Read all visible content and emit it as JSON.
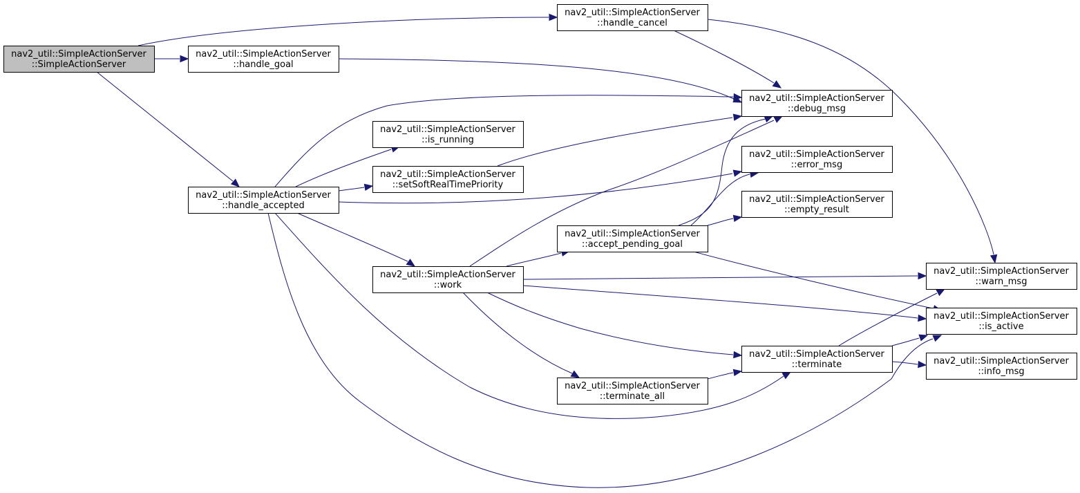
{
  "graph": {
    "colors": {
      "edge": "#191970",
      "root_fill": "#bfbfbf",
      "node_fill": "#ffffff",
      "border": "#000000"
    },
    "nodes": [
      {
        "id": "ctor",
        "line1": "nav2_util::SimpleActionServer",
        "line2": "::SimpleActionServer",
        "root": true
      },
      {
        "id": "handle_cancel",
        "line1": "nav2_util::SimpleActionServer",
        "line2": "::handle_cancel"
      },
      {
        "id": "handle_goal",
        "line1": "nav2_util::SimpleActionServer",
        "line2": "::handle_goal"
      },
      {
        "id": "handle_accepted",
        "line1": "nav2_util::SimpleActionServer",
        "line2": "::handle_accepted"
      },
      {
        "id": "is_running",
        "line1": "nav2_util::SimpleActionServer",
        "line2": "::is_running"
      },
      {
        "id": "setSoftRealTimePriority",
        "line1": "nav2_util::SimpleActionServer",
        "line2": "::setSoftRealTimePriority"
      },
      {
        "id": "work",
        "line1": "nav2_util::SimpleActionServer",
        "line2": "::work"
      },
      {
        "id": "accept_pending_goal",
        "line1": "nav2_util::SimpleActionServer",
        "line2": "::accept_pending_goal"
      },
      {
        "id": "terminate_all",
        "line1": "nav2_util::SimpleActionServer",
        "line2": "::terminate_all"
      },
      {
        "id": "debug_msg",
        "line1": "nav2_util::SimpleActionServer",
        "line2": "::debug_msg"
      },
      {
        "id": "error_msg",
        "line1": "nav2_util::SimpleActionServer",
        "line2": "::error_msg"
      },
      {
        "id": "empty_result",
        "line1": "nav2_util::SimpleActionServer",
        "line2": "::empty_result"
      },
      {
        "id": "terminate",
        "line1": "nav2_util::SimpleActionServer",
        "line2": "::terminate"
      },
      {
        "id": "warn_msg",
        "line1": "nav2_util::SimpleActionServer",
        "line2": "::warn_msg"
      },
      {
        "id": "is_active",
        "line1": "nav2_util::SimpleActionServer",
        "line2": "::is_active"
      },
      {
        "id": "info_msg",
        "line1": "nav2_util::SimpleActionServer",
        "line2": "::info_msg"
      }
    ],
    "edges": [
      {
        "from": "ctor",
        "to": "handle_cancel"
      },
      {
        "from": "ctor",
        "to": "handle_goal"
      },
      {
        "from": "ctor",
        "to": "handle_accepted"
      },
      {
        "from": "handle_cancel",
        "to": "debug_msg"
      },
      {
        "from": "handle_cancel",
        "to": "warn_msg"
      },
      {
        "from": "handle_goal",
        "to": "debug_msg"
      },
      {
        "from": "handle_accepted",
        "to": "debug_msg"
      },
      {
        "from": "handle_accepted",
        "to": "is_running"
      },
      {
        "from": "handle_accepted",
        "to": "setSoftRealTimePriority"
      },
      {
        "from": "handle_accepted",
        "to": "error_msg"
      },
      {
        "from": "handle_accepted",
        "to": "work"
      },
      {
        "from": "handle_accepted",
        "to": "terminate"
      },
      {
        "from": "handle_accepted",
        "to": "is_active"
      },
      {
        "from": "setSoftRealTimePriority",
        "to": "debug_msg"
      },
      {
        "from": "work",
        "to": "debug_msg"
      },
      {
        "from": "work",
        "to": "accept_pending_goal"
      },
      {
        "from": "work",
        "to": "warn_msg"
      },
      {
        "from": "work",
        "to": "is_active"
      },
      {
        "from": "work",
        "to": "terminate"
      },
      {
        "from": "work",
        "to": "terminate_all"
      },
      {
        "from": "accept_pending_goal",
        "to": "debug_msg"
      },
      {
        "from": "accept_pending_goal",
        "to": "error_msg"
      },
      {
        "from": "accept_pending_goal",
        "to": "empty_result"
      },
      {
        "from": "accept_pending_goal",
        "to": "is_active"
      },
      {
        "from": "terminate_all",
        "to": "terminate"
      },
      {
        "from": "terminate",
        "to": "warn_msg"
      },
      {
        "from": "terminate",
        "to": "is_active"
      },
      {
        "from": "terminate",
        "to": "info_msg"
      }
    ]
  }
}
